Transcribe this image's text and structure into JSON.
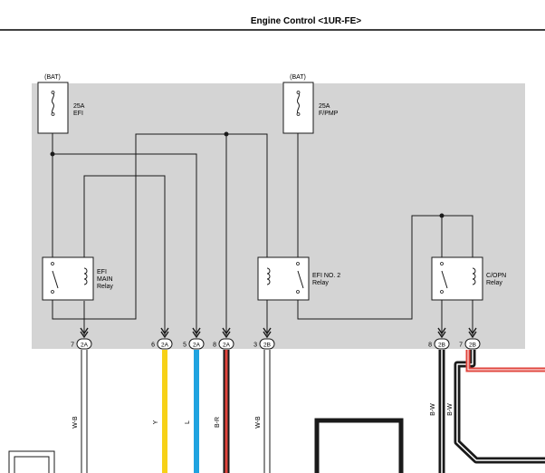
{
  "title": "Engine Control <1UR-FE>",
  "fuses": [
    {
      "id": "fuse-efi",
      "source": "(BAT)",
      "rating": "25A",
      "name": "EFI"
    },
    {
      "id": "fuse-fpmp",
      "source": "(BAT)",
      "rating": "25A",
      "name": "F/PMP"
    }
  ],
  "relays": [
    {
      "id": "relay-efi-main",
      "lines": [
        "EFI",
        "MAIN",
        "Relay"
      ]
    },
    {
      "id": "relay-efi-no2",
      "lines": [
        "EFI NO. 2",
        "Relay"
      ]
    },
    {
      "id": "relay-copn",
      "lines": [
        "C/OPN",
        "Relay"
      ]
    }
  ],
  "connectors": [
    {
      "pin": "7",
      "code": "2A",
      "wire": "W-B"
    },
    {
      "pin": "6",
      "code": "2A",
      "wire": "Y"
    },
    {
      "pin": "5",
      "code": "2A",
      "wire": "L"
    },
    {
      "pin": "8",
      "code": "2A",
      "wire": "B-R"
    },
    {
      "pin": "3",
      "code": "2B",
      "wire": "W-B"
    },
    {
      "pin": "8",
      "code": "2B",
      "wire": "B-W"
    },
    {
      "pin": "7",
      "code": "2B",
      "wire": "B-W"
    }
  ],
  "colors": {
    "panel": "#d4d4d4",
    "wire_y": "#f7d117",
    "wire_l": "#1fa3e0",
    "wire_r": "#e0443c",
    "line": "#1a1a1a"
  }
}
